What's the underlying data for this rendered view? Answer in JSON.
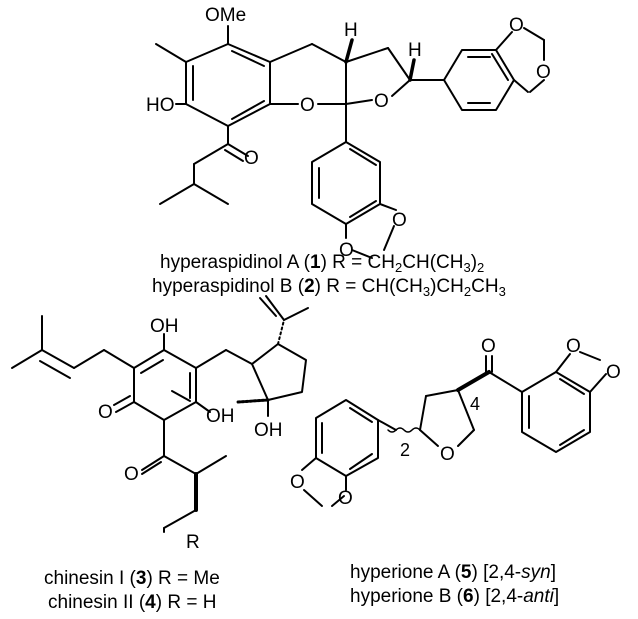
{
  "atoms": {
    "ome": "OMe",
    "ho": "HO",
    "o": "O",
    "oh": "OH",
    "h": "H",
    "r": "R",
    "loc2": "2",
    "loc4": "4"
  },
  "captions": {
    "hyperaspidinol_a": {
      "name": "hyperaspidinol A (",
      "num": "1",
      "mid": ") R = CH",
      "s1": "2",
      "m2": "CH(CH",
      "s2": "3",
      "m3": ")",
      "s3": "2"
    },
    "hyperaspidinol_b": {
      "name": "hyperaspidinol B (",
      "num": "2",
      "mid": ") R = CH(CH",
      "s1": "3",
      "m2": ")CH",
      "s2": "2",
      "m3": "CH",
      "s3": "3"
    },
    "chinesin_1": {
      "name": "chinesin I (",
      "num": "3",
      "rest": ") R = Me"
    },
    "chinesin_2": {
      "name": "chinesin II (",
      "num": "4",
      "rest": ") R = H"
    },
    "hyperione_a": {
      "name": "hyperione A (",
      "num": "5",
      "mid": ") [2,4-",
      "it": "syn",
      "end": "]"
    },
    "hyperione_b": {
      "name": "hyperione B (",
      "num": "6",
      "mid": ") [2,4-",
      "it": "anti",
      "end": "]"
    }
  }
}
